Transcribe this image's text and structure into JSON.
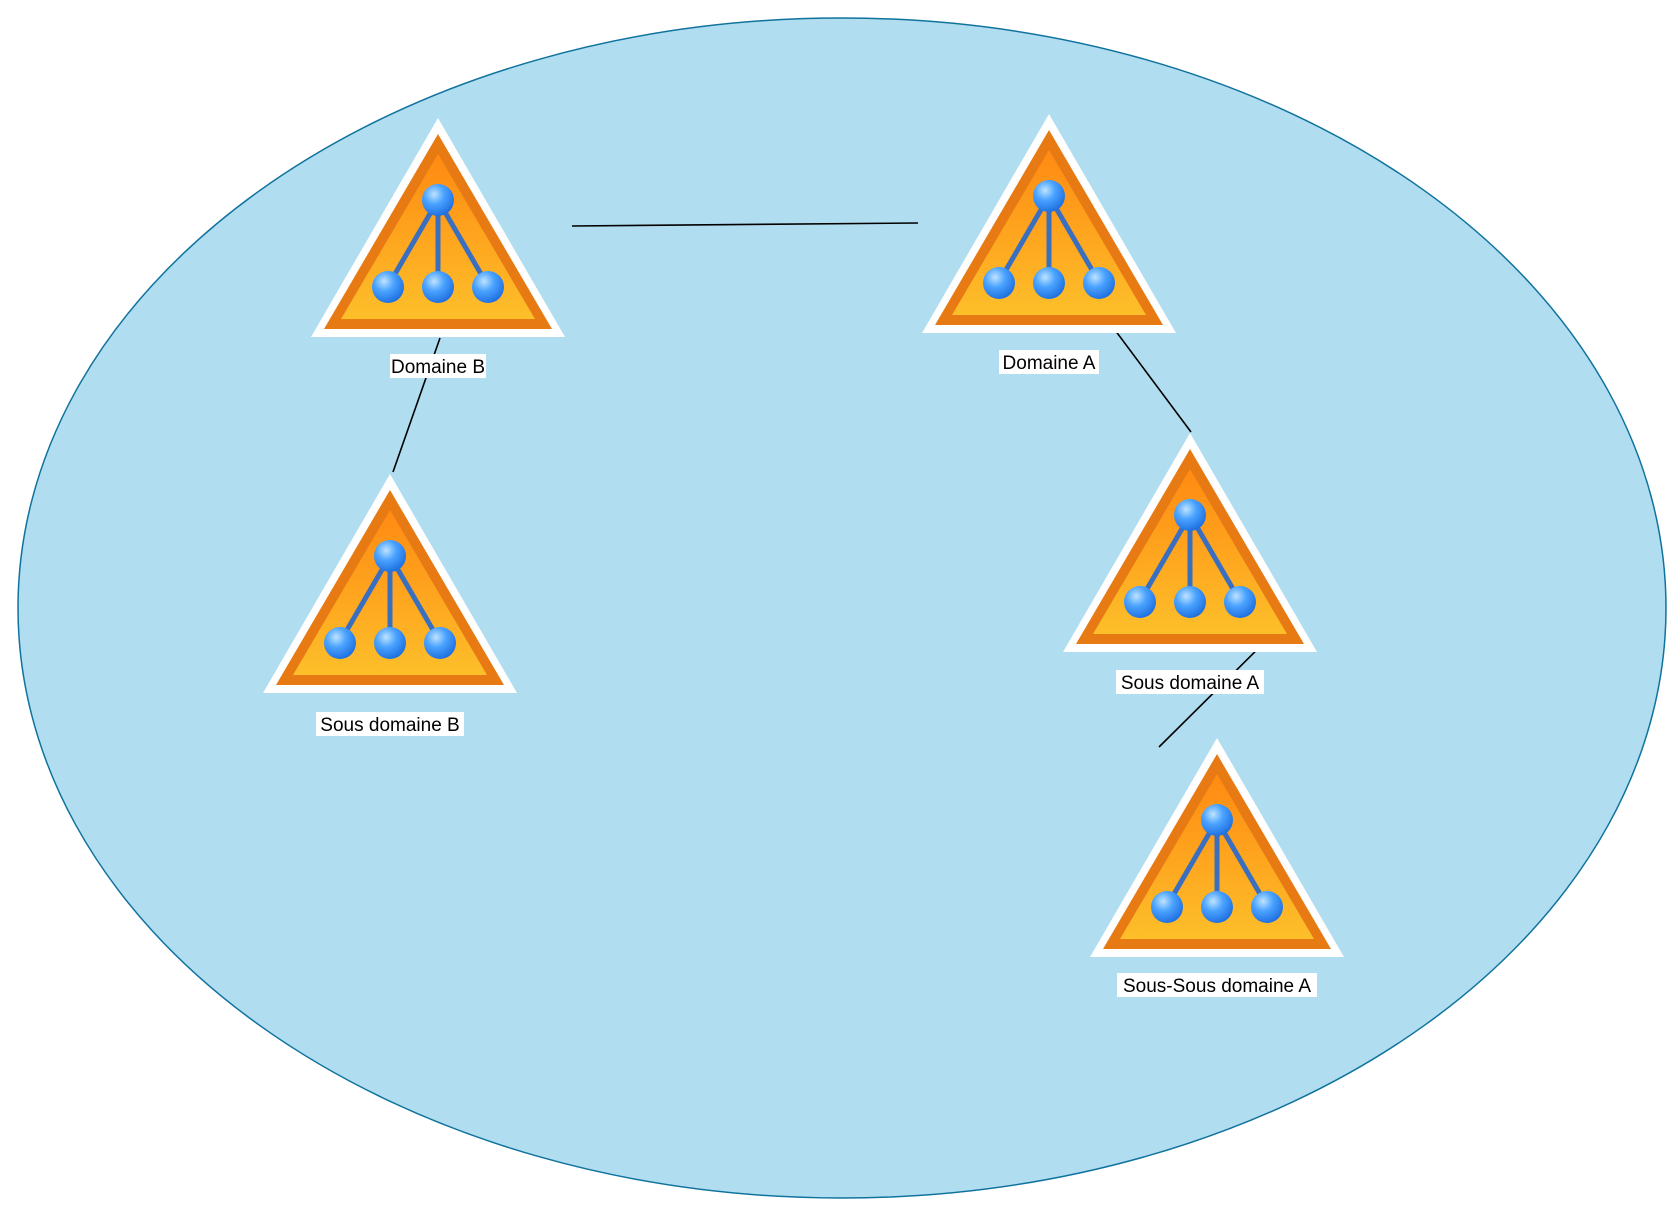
{
  "diagram": {
    "background_color": "#b1ddf0",
    "border_color": "#10739e",
    "connector_color": "#000000",
    "icon": {
      "name": "domain-tree-icon",
      "outer_color": "#e87a14",
      "inner_top_color": "#ff8a12",
      "inner_bottom_color": "#fdbf2a",
      "outline_color": "#ffffff",
      "node_color": "#3a8ff0",
      "branch_color": "#3a6fc0"
    },
    "nodes": [
      {
        "id": "domain-b",
        "label": "Domaine B"
      },
      {
        "id": "domain-a",
        "label": "Domaine A"
      },
      {
        "id": "sub-domain-b",
        "label": "Sous domaine B"
      },
      {
        "id": "sub-domain-a",
        "label": "Sous domaine A"
      },
      {
        "id": "sub-sub-domain-a",
        "label": "Sous-Sous domaine A"
      }
    ],
    "edges": [
      {
        "from": "domain-b",
        "to": "domain-a"
      },
      {
        "from": "domain-b",
        "to": "sub-domain-b"
      },
      {
        "from": "domain-a",
        "to": "sub-domain-a"
      },
      {
        "from": "sub-domain-a",
        "to": "sub-sub-domain-a"
      }
    ]
  }
}
